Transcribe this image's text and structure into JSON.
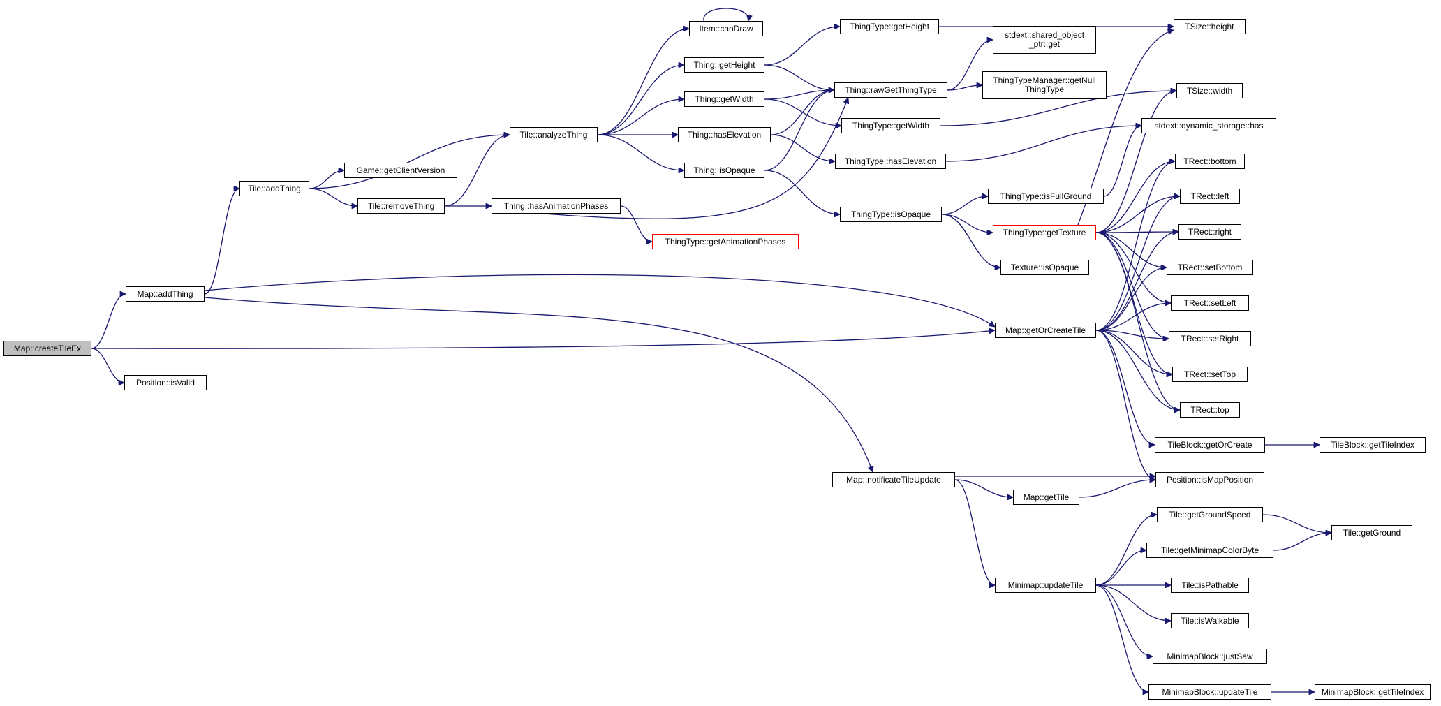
{
  "graph": {
    "colors": {
      "edge": "#191970",
      "node_border": "#000000",
      "root_fill": "#bfbfbf",
      "truncated_border": "#ff0000"
    },
    "nodes": [
      {
        "id": "n0",
        "label": "Map::createTileEx",
        "kind": "root"
      },
      {
        "id": "n1",
        "label": "Map::addThing"
      },
      {
        "id": "n2",
        "label": "Position::isValid"
      },
      {
        "id": "n3",
        "label": "Tile::addThing"
      },
      {
        "id": "n4",
        "label": "Game::getClientVersion"
      },
      {
        "id": "n5",
        "label": "Tile::removeThing"
      },
      {
        "id": "n6",
        "label": "Tile::analyzeThing"
      },
      {
        "id": "n7",
        "label": "Thing::hasAnimationPhases"
      },
      {
        "id": "n8",
        "label": "ThingType::getAnimationPhases",
        "kind": "truncated"
      },
      {
        "id": "n9",
        "label": "Item::canDraw"
      },
      {
        "id": "n10",
        "label": "Thing::getHeight"
      },
      {
        "id": "n11",
        "label": "Thing::getWidth"
      },
      {
        "id": "n12",
        "label": "Thing::hasElevation"
      },
      {
        "id": "n13",
        "label": "Thing::isOpaque"
      },
      {
        "id": "n14",
        "label": "ThingType::getHeight"
      },
      {
        "id": "n15",
        "label": "Thing::rawGetThingType"
      },
      {
        "id": "n16",
        "label": "ThingType::getWidth"
      },
      {
        "id": "n17",
        "label": "ThingType::hasElevation"
      },
      {
        "id": "n18",
        "label": "ThingType::isOpaque"
      },
      {
        "id": "n19",
        "label": "stdext::shared_object\n_ptr::get"
      },
      {
        "id": "n20",
        "label": "ThingTypeManager::getNull\nThingType"
      },
      {
        "id": "n21",
        "label": "ThingType::isFullGround"
      },
      {
        "id": "n22",
        "label": "ThingType::getTexture",
        "kind": "truncated"
      },
      {
        "id": "n23",
        "label": "Texture::isOpaque"
      },
      {
        "id": "n24",
        "label": "Map::getOrCreateTile"
      },
      {
        "id": "n25",
        "label": "Map::notificateTileUpdate"
      },
      {
        "id": "n26",
        "label": "Map::getTile"
      },
      {
        "id": "n27",
        "label": "Minimap::updateTile"
      },
      {
        "id": "n28",
        "label": "TSize::height"
      },
      {
        "id": "n29",
        "label": "TSize::width"
      },
      {
        "id": "n30",
        "label": "stdext::dynamic_storage::has"
      },
      {
        "id": "n31",
        "label": "TRect::bottom"
      },
      {
        "id": "n32",
        "label": "TRect::left"
      },
      {
        "id": "n33",
        "label": "TRect::right"
      },
      {
        "id": "n34",
        "label": "TRect::setBottom"
      },
      {
        "id": "n35",
        "label": "TRect::setLeft"
      },
      {
        "id": "n36",
        "label": "TRect::setRight"
      },
      {
        "id": "n37",
        "label": "TRect::setTop"
      },
      {
        "id": "n38",
        "label": "TRect::top"
      },
      {
        "id": "n39",
        "label": "TileBlock::getOrCreate"
      },
      {
        "id": "n40",
        "label": "TileBlock::getTileIndex"
      },
      {
        "id": "n41",
        "label": "Position::isMapPosition"
      },
      {
        "id": "n42",
        "label": "Tile::getGroundSpeed"
      },
      {
        "id": "n43",
        "label": "Tile::getGround"
      },
      {
        "id": "n44",
        "label": "Tile::getMinimapColorByte"
      },
      {
        "id": "n45",
        "label": "Tile::isPathable"
      },
      {
        "id": "n46",
        "label": "Tile::isWalkable"
      },
      {
        "id": "n47",
        "label": "MinimapBlock::justSaw"
      },
      {
        "id": "n48",
        "label": "MinimapBlock::updateTile"
      },
      {
        "id": "n49",
        "label": "MinimapBlock::getTileIndex"
      }
    ],
    "edges": [
      [
        "n0",
        "n1"
      ],
      [
        "n0",
        "n2"
      ],
      [
        "n0",
        "n24"
      ],
      [
        "n1",
        "n3"
      ],
      [
        "n1",
        "n24"
      ],
      [
        "n1",
        "n25"
      ],
      [
        "n3",
        "n4"
      ],
      [
        "n3",
        "n5"
      ],
      [
        "n3",
        "n6"
      ],
      [
        "n5",
        "n6"
      ],
      [
        "n5",
        "n7"
      ],
      [
        "n6",
        "n9"
      ],
      [
        "n6",
        "n10"
      ],
      [
        "n6",
        "n11"
      ],
      [
        "n6",
        "n12"
      ],
      [
        "n6",
        "n13"
      ],
      [
        "n7",
        "n8"
      ],
      [
        "n7",
        "n15"
      ],
      [
        "n9",
        "n9"
      ],
      [
        "n10",
        "n14"
      ],
      [
        "n10",
        "n15"
      ],
      [
        "n11",
        "n15"
      ],
      [
        "n11",
        "n16"
      ],
      [
        "n12",
        "n15"
      ],
      [
        "n12",
        "n17"
      ],
      [
        "n13",
        "n15"
      ],
      [
        "n13",
        "n18"
      ],
      [
        "n14",
        "n28"
      ],
      [
        "n15",
        "n19"
      ],
      [
        "n15",
        "n20"
      ],
      [
        "n16",
        "n29"
      ],
      [
        "n17",
        "n30"
      ],
      [
        "n18",
        "n21"
      ],
      [
        "n18",
        "n22"
      ],
      [
        "n18",
        "n23"
      ],
      [
        "n21",
        "n30"
      ],
      [
        "n22",
        "n28"
      ],
      [
        "n22",
        "n29"
      ],
      [
        "n22",
        "n31"
      ],
      [
        "n22",
        "n32"
      ],
      [
        "n22",
        "n33"
      ],
      [
        "n22",
        "n34"
      ],
      [
        "n22",
        "n35"
      ],
      [
        "n22",
        "n36"
      ],
      [
        "n22",
        "n37"
      ],
      [
        "n22",
        "n38"
      ],
      [
        "n24",
        "n31"
      ],
      [
        "n24",
        "n32"
      ],
      [
        "n24",
        "n33"
      ],
      [
        "n24",
        "n34"
      ],
      [
        "n24",
        "n35"
      ],
      [
        "n24",
        "n36"
      ],
      [
        "n24",
        "n37"
      ],
      [
        "n24",
        "n38"
      ],
      [
        "n24",
        "n39"
      ],
      [
        "n24",
        "n41"
      ],
      [
        "n25",
        "n26"
      ],
      [
        "n25",
        "n27"
      ],
      [
        "n25",
        "n41"
      ],
      [
        "n26",
        "n41"
      ],
      [
        "n27",
        "n42"
      ],
      [
        "n27",
        "n44"
      ],
      [
        "n27",
        "n45"
      ],
      [
        "n27",
        "n46"
      ],
      [
        "n27",
        "n47"
      ],
      [
        "n27",
        "n48"
      ],
      [
        "n39",
        "n40"
      ],
      [
        "n42",
        "n43"
      ],
      [
        "n44",
        "n43"
      ],
      [
        "n48",
        "n49"
      ]
    ]
  }
}
